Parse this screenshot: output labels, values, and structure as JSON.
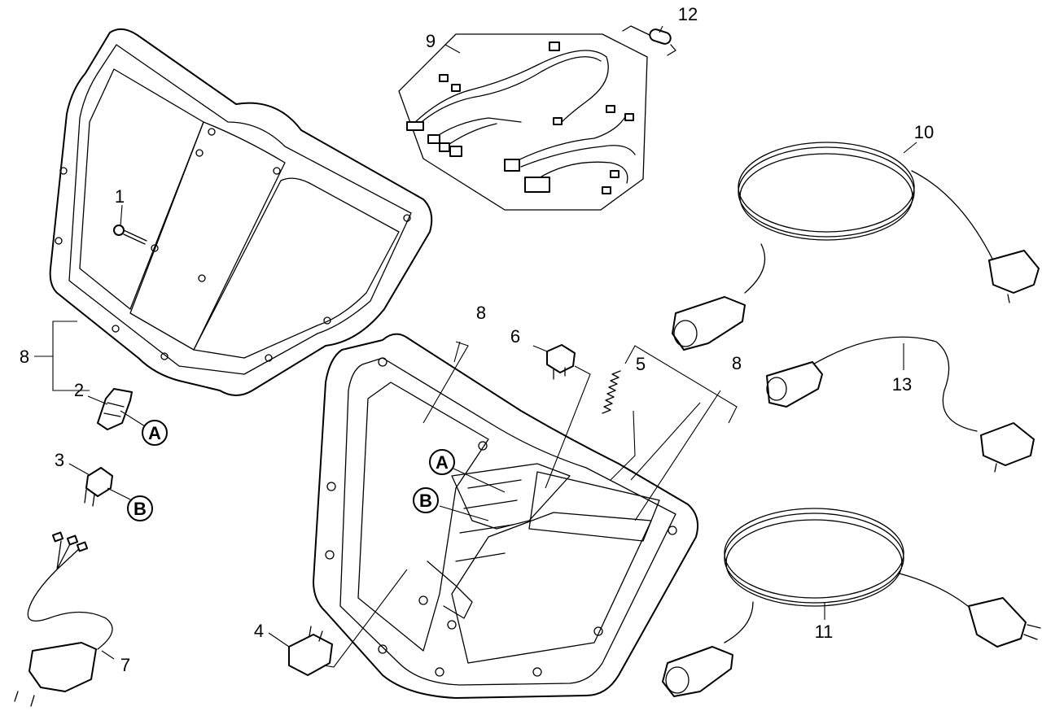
{
  "callouts": {
    "p1": "1",
    "p2": "2",
    "p3": "3",
    "p4": "4",
    "p5": "5",
    "p6": "6",
    "p7": "7",
    "p8_left": "8",
    "p8_center": "8",
    "p8_right": "8",
    "p9": "9",
    "p10": "10",
    "p11": "11",
    "p12": "12",
    "p13": "13"
  },
  "badges": {
    "a_left": "A",
    "b_left": "B",
    "a_center": "A",
    "b_center": "B"
  }
}
